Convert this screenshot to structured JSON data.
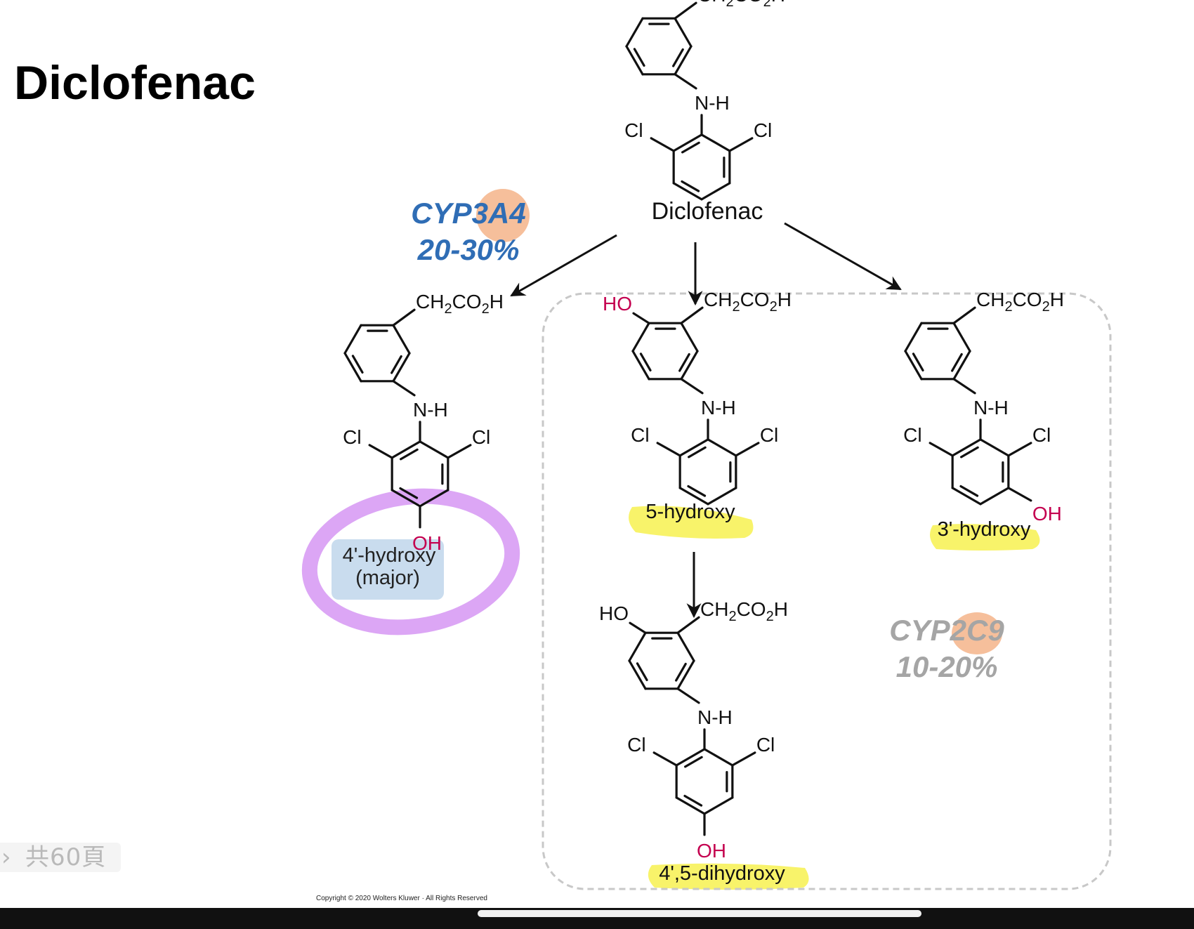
{
  "page_title": "Diclofenac",
  "structure_labels": {
    "ch2co2h": "CH2CO2H",
    "nh": "N-H",
    "cl": "Cl",
    "oh": "OH",
    "ho": "HO"
  },
  "compounds": {
    "parent": "Diclofenac",
    "p4oh_line1": "4'-hydroxy",
    "p4oh_line2": "(major)",
    "p5oh": "5-hydroxy",
    "p3oh": "3'-hydroxy",
    "p45oh": "4',5-dihydroxy"
  },
  "enzymes": {
    "cyp3a4": {
      "name": "CYP3A4",
      "pct": "20-30%",
      "color": "#2f6db5"
    },
    "cyp2c9": {
      "name": "CYP2C9",
      "pct": "10-20%",
      "color": "#a5a5a5"
    }
  },
  "colors": {
    "hydroxyl_red": "#c4004f",
    "highlight_yellow": "#f7f25a",
    "highlight_orange": "#f5b48a",
    "circle_purple": "#dca6f5",
    "label_box_blue": "#c9dcee"
  },
  "footer": {
    "copyright": "Copyright © 2020 Wolters Kluwer · All Rights Reserved",
    "page_count": "共60頁"
  }
}
